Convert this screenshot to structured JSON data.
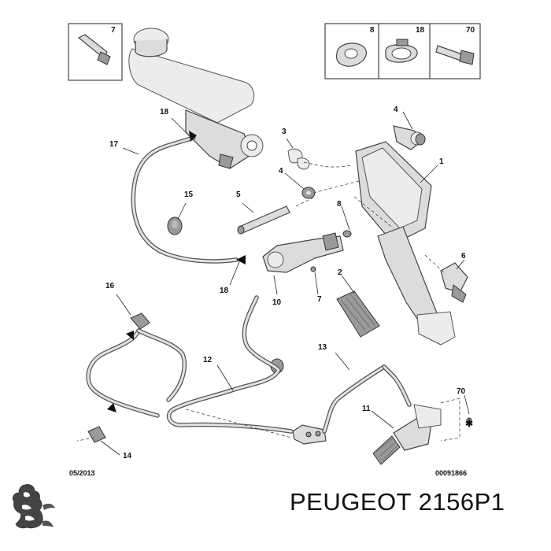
{
  "diagram": {
    "callouts": {
      "c1": "1",
      "c2": "2",
      "c3": "3",
      "c4a": "4",
      "c4b": "4",
      "c5": "5",
      "c6": "6",
      "c7": "7",
      "c8": "8",
      "c10": "10",
      "c11": "11",
      "c12": "12",
      "c13": "13",
      "c14": "14",
      "c15": "15",
      "c16": "16",
      "c17": "17",
      "c18a": "18",
      "c18b": "18",
      "c70": "70"
    },
    "inset_boxes": {
      "box_left_label": "7",
      "box_right_labels": [
        "8",
        "18",
        "70"
      ]
    },
    "date_code": "05/2013",
    "reference_code": "00091866"
  },
  "branding": {
    "logo_icon": "peugeot-lion-icon",
    "part_label": "PEUGEOT 2156P1"
  }
}
